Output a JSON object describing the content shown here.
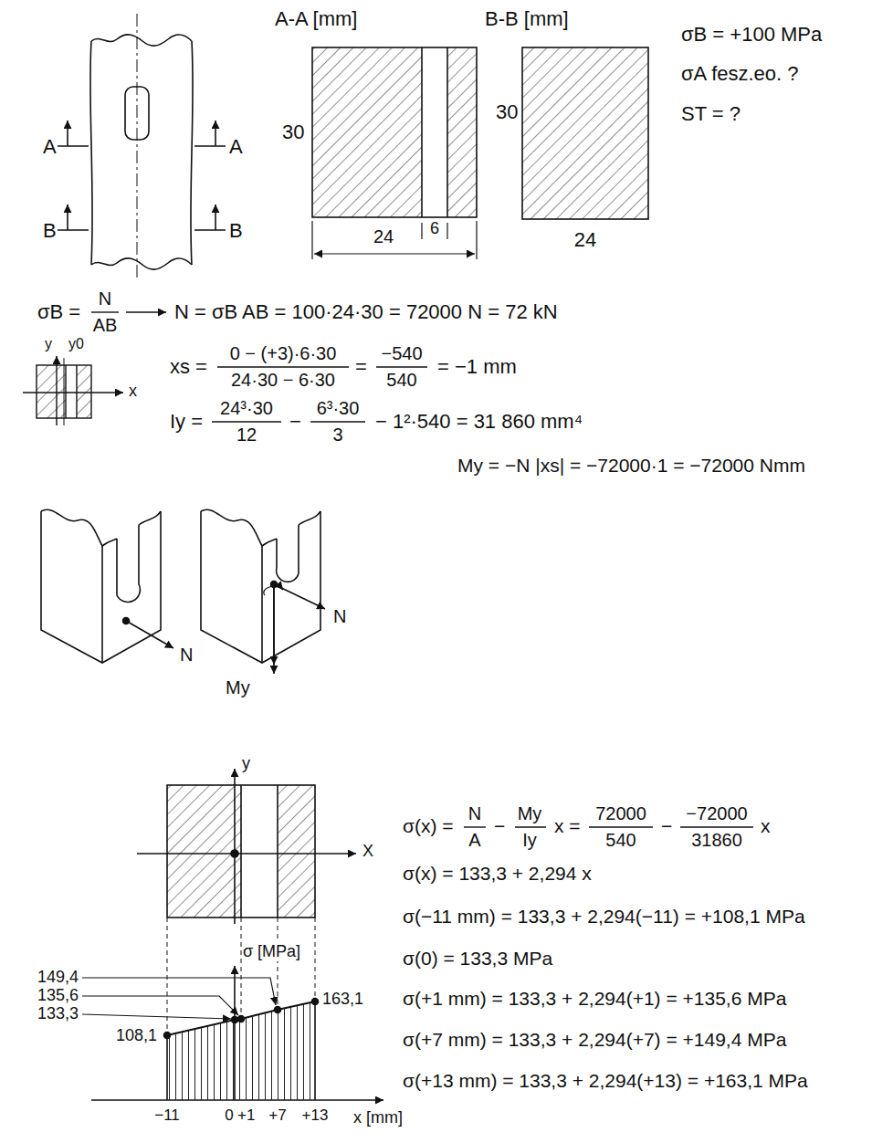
{
  "diagram": {
    "labels": [
      "A-A [mm]",
      "B-B [mm]",
      "σB = +100 MPa",
      "σA fesz.eo. ?",
      "ST = ?",
      "A",
      "A",
      "B",
      "B",
      "30",
      "6",
      "24",
      "30",
      "24",
      "σB =",
      "N",
      "AB",
      "N = σB AB = 100·24·30 = 72000 N = 72 kN",
      "y",
      "y0",
      "x",
      "xs =",
      "0 − (+3)·6·30",
      "24·30 − 6·30",
      "=",
      "−540",
      "540",
      "= −1 mm",
      "Iy =",
      "24³·30",
      "12",
      "−",
      "6³·30",
      "3",
      "− 1²·540 = 31 860 mm⁴",
      "My = −N |xs| = −72000·1 = −72000 Nmm",
      "N",
      "N",
      "My",
      "σ(x) =",
      "N",
      "A",
      "−",
      "My",
      "Iy",
      "x =",
      "72000",
      "540",
      "−",
      "−72000",
      "31860",
      "x",
      "σ(x) = 133,3 + 2,294 x",
      "σ(−11 mm) = 133,3 + 2,294(−11) = +108,1 MPa",
      "σ(0) = 133,3 MPa",
      "σ(+1 mm) = 133,3 + 2,294(+1) = +135,6 MPa",
      "σ(+7 mm) = 133,3 + 2,294(+7) = +149,4 MPa",
      "σ(+13 mm) = 133,3 + 2,294(+13) = +163,1 MPa",
      "y",
      "X",
      "σ [MPa]",
      "149,4",
      "135,6",
      "133,3",
      "108,1",
      "163,1",
      "x [mm]",
      "−11",
      "0",
      "+1",
      "+7",
      "+13"
    ]
  }
}
